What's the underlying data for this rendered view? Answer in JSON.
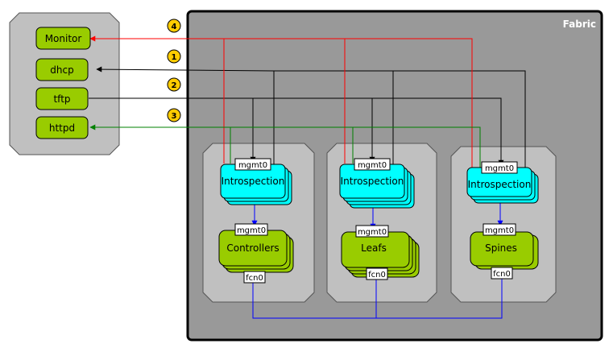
{
  "fabric": {
    "title": "Fabric"
  },
  "services": [
    {
      "id": "monitor",
      "label": "Monitor"
    },
    {
      "id": "dhcp",
      "label": "dhcp"
    },
    {
      "id": "tftp",
      "label": "tftp"
    },
    {
      "id": "httpd",
      "label": "httpd"
    }
  ],
  "steps": [
    {
      "id": "1",
      "label": "1"
    },
    {
      "id": "2",
      "label": "2"
    },
    {
      "id": "3",
      "label": "3"
    },
    {
      "id": "4",
      "label": "4"
    }
  ],
  "groups": [
    {
      "id": "controllers",
      "introspection": "Introspection",
      "node": "Controllers",
      "mgmt_top": "mgmt0",
      "mgmt_bottom": "mgmt0",
      "fcn": "fcn0"
    },
    {
      "id": "leafs",
      "introspection": "Introspection",
      "node": "Leafs",
      "mgmt_top": "mgmt0",
      "mgmt_bottom": "mgmt0",
      "fcn": "fcn0"
    },
    {
      "id": "spines",
      "introspection": "Introspection",
      "node": "Spines",
      "mgmt_top": "mgmt0",
      "mgmt_bottom": "mgmt0",
      "fcn": "fcn0"
    }
  ],
  "colors": {
    "fabric_fill": "#999999",
    "panel_fill": "#c0c0c0",
    "service_fill": "#99cc00",
    "introspection_fill": "#00ffff",
    "step_fill": "#ffcc00",
    "monitor_line": "#ff0000",
    "httpd_line": "#008000",
    "dhcp_tftp_line": "#000000",
    "fabric_link": "#0000ff"
  }
}
